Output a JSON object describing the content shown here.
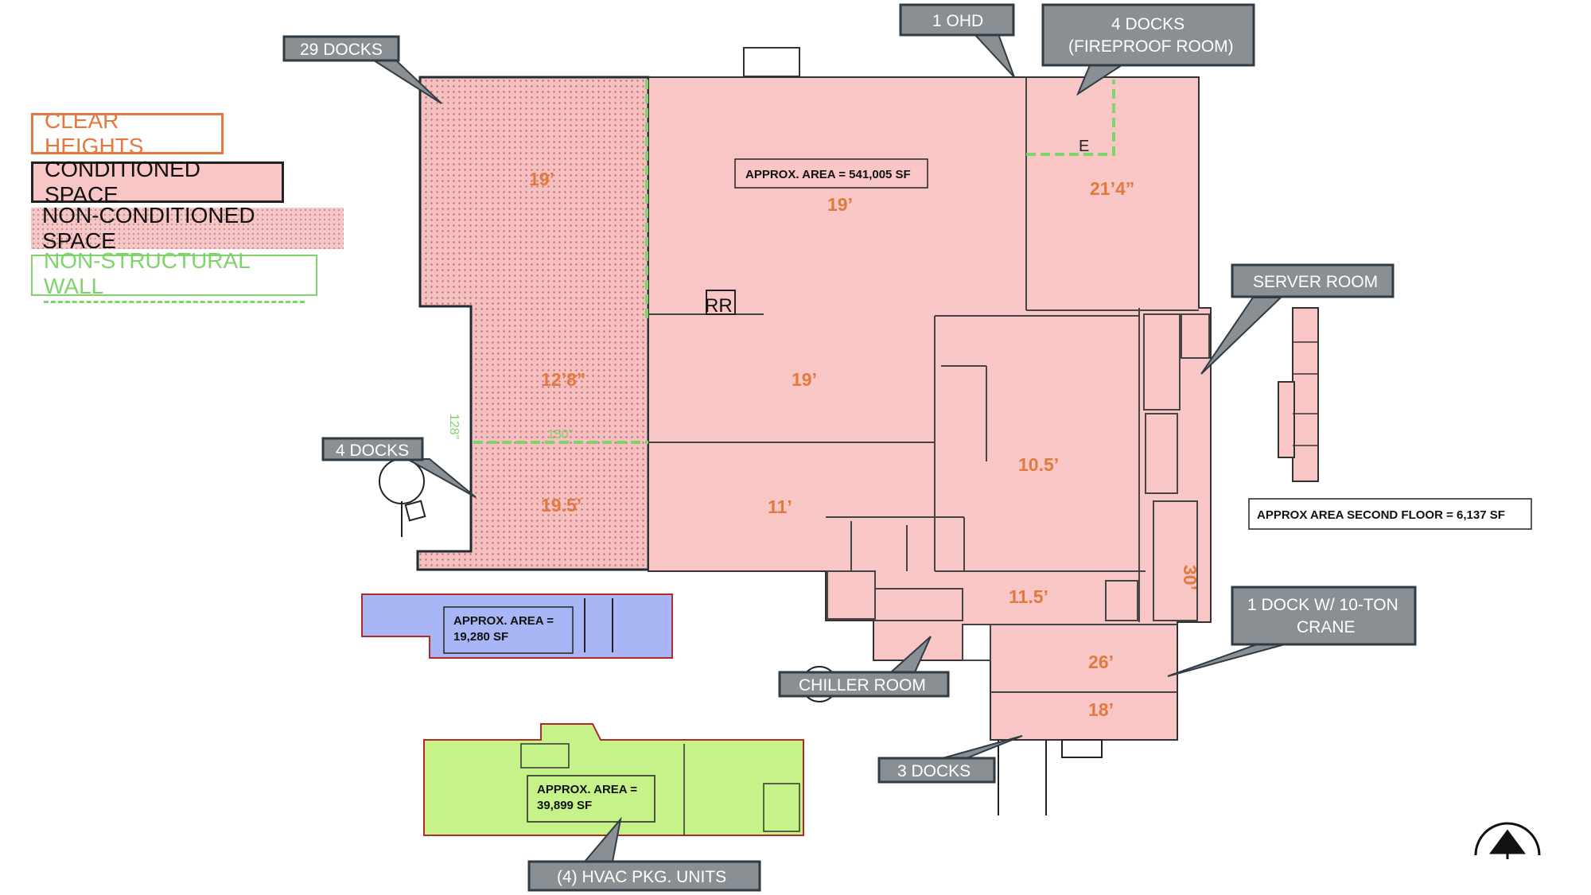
{
  "legend": {
    "clear_heights": "CLEAR HEIGHTS",
    "conditioned_space": "CONDITIONED SPACE",
    "non_conditioned_space": "NON-CONDITIONED SPACE",
    "non_structural_wall": "NON-STRUCTURAL WALL"
  },
  "callouts": {
    "docks_29": "29 DOCKS",
    "ohd_1": "1 OHD",
    "docks_4_fireproof_line1": "4 DOCKS",
    "docks_4_fireproof_line2": "(FIREPROOF ROOM)",
    "server_room": "SERVER ROOM",
    "docks_4": "4 DOCKS",
    "dock_crane_line1": "1 DOCK W/ 10-TON",
    "dock_crane_line2": "CRANE",
    "chiller_room": "CHILLER ROOM",
    "docks_3": "3 DOCKS",
    "hvac_units": "(4) HVAC PKG. UNITS"
  },
  "areas": {
    "main": "APPROX. AREA = 541,005 SF",
    "second_floor": "APPROX AREA SECOND FLOOR = 6,137 SF",
    "blue_line1": "APPROX. AREA =",
    "blue_line2": "19,280 SF",
    "green_line1": "APPROX. AREA =",
    "green_line2": "39,899 SF"
  },
  "heights": {
    "h_19_nc_top": "19’",
    "h_19_main": "19’",
    "h_21_4": "21’4”",
    "h_12_8": "12’8”",
    "h_19_mid": "19’",
    "h_10_5": "10.5’",
    "h_19_5": "19.5’",
    "h_11": "11’",
    "h_30": "30’",
    "h_11_5": "11.5’",
    "h_26": "26’",
    "h_18": "18’"
  },
  "labels": {
    "rr": "RR",
    "e": "E",
    "wall_128": "128”",
    "wall_150": "150”"
  },
  "colors": {
    "conditioned": "#f9c6c6",
    "non_conditioned": "#f4c0c0",
    "clear_heights": "#e07a3f",
    "non_structural_wall": "#7fd36a",
    "callout_fill": "#8a8f94",
    "callout_border": "#2f3b45",
    "blue_area": "#a9b6f5",
    "green_area": "#c6f28a"
  }
}
